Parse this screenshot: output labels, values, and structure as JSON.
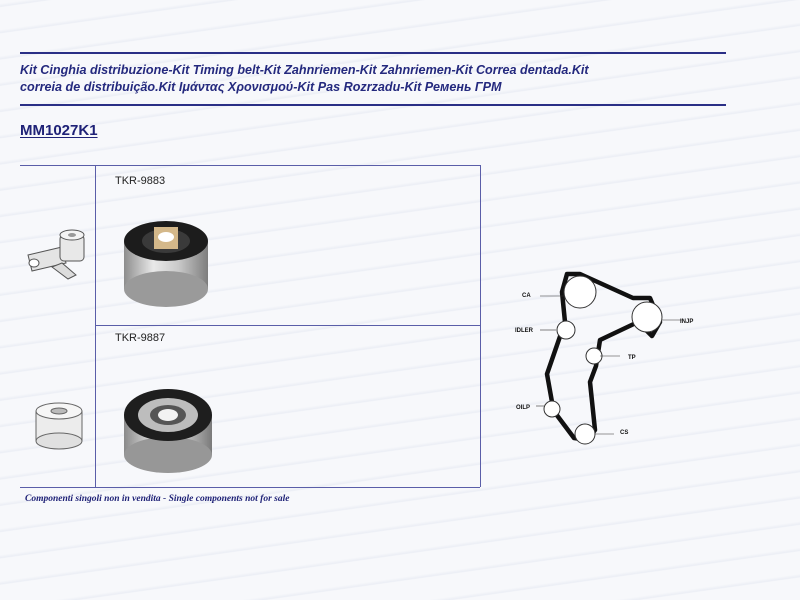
{
  "document": {
    "title_line1": "Kit Cinghia distribuzione-Kit Timing belt-Kit Zahnriemen-Kit Zahnriemen-Kit Correa dentada.Kit",
    "title_line2": "correia de distribuição.Kit Ιμάντας Χρονισμού-Kit Pas Rozrzadu-Kit Ремень ГРМ",
    "kit_code": "MM1027K1",
    "components": [
      {
        "label": "TKR-9883"
      },
      {
        "label": "TKR-9887"
      }
    ],
    "footnote": "Componenti singoli non in vendita - Single components not for sale",
    "diagram_labels": {
      "ca": "CA",
      "inj": "INJP",
      "idler": "IDLER",
      "tp": "TP",
      "oilp": "OILP",
      "cs": "CS"
    }
  },
  "colors": {
    "rule": "#2a2f86",
    "text": "#24297e"
  }
}
